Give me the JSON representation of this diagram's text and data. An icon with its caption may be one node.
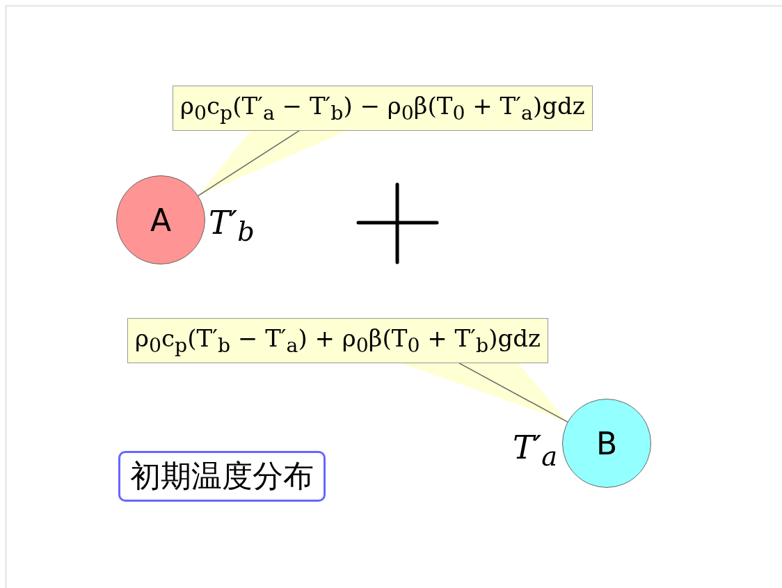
{
  "diagram": {
    "nodes": [
      {
        "text": [
          "ρ$_{0}$c$_{p}$(T′$_{a}$ − T′$_{b}$) − ρ$_{0}$β(T$_{0}$ + T′$_{a}$)gdz"
        ]
      },
      {
        "text": [
          "A"
        ],
        "beside": [
          "T′$_{b}$"
        ]
      },
      {
        "text": [
          "ρ$_{0}$c$_{p}$(T′$_{b}$ − T′$_{a}$) + ρ$_{0}$β(T$_{0}$ + T′$_{b}$)gdz"
        ]
      },
      {
        "text": [
          "B"
        ],
        "beside": [
          "T′$_{a}$"
        ]
      },
      {
        "text": [
          "初期温度分布"
        ]
      }
    ],
    "edges": [
      {
        "from": 0,
        "to": 1,
        "arrow": "none"
      },
      {
        "from": 2,
        "to": 3,
        "arrow": "none"
      }
    ]
  }
}
